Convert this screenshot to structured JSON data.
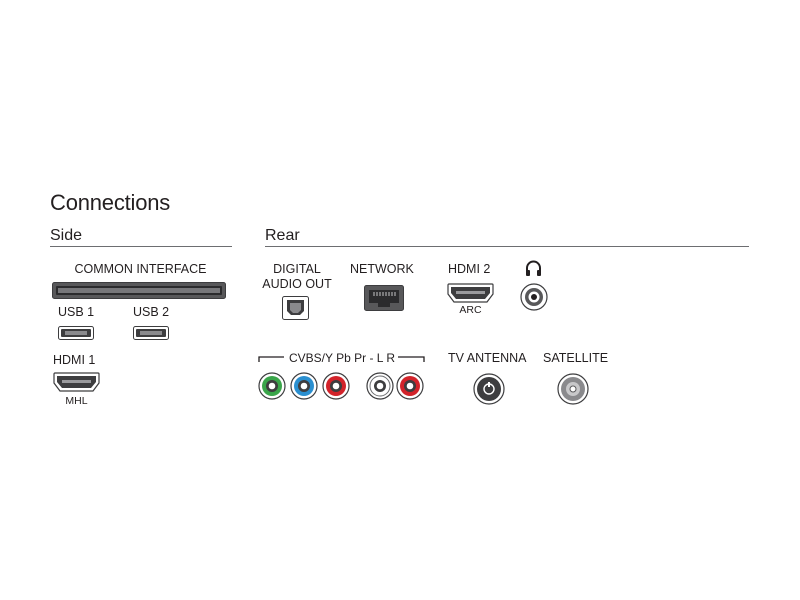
{
  "title": "Connections",
  "sections": {
    "side": "Side",
    "rear": "Rear"
  },
  "side": {
    "common_interface": "COMMON INTERFACE",
    "usb1": "USB 1",
    "usb2": "USB 2",
    "hdmi1": "HDMI 1",
    "hdmi1_sub": "MHL"
  },
  "rear": {
    "digital_audio_out_line1": "DIGITAL",
    "digital_audio_out_line2": "AUDIO OUT",
    "network": "NETWORK",
    "hdmi2": "HDMI 2",
    "hdmi2_sub": "ARC",
    "component": "CVBS/Y Pb Pr - L R",
    "tv_antenna": "TV ANTENNA",
    "satellite": "SATELLITE"
  },
  "colors": {
    "connector_dark": "#3d3d3f",
    "connector_mid": "#7d7d80",
    "rca_green": "#3aa54a",
    "rca_blue": "#2a8fd0",
    "rca_red": "#d2232a",
    "rca_white": "#ffffff"
  },
  "icons": {
    "ci_slot": "common-interface-slot-icon",
    "usb": "usb-port-icon",
    "hdmi": "hdmi-port-icon",
    "optical": "optical-port-icon",
    "network": "ethernet-port-icon",
    "headphones": "headphones-icon",
    "headphone_jack": "headphone-jack-icon",
    "rca": "rca-jack-icon",
    "antenna": "antenna-port-icon",
    "satellite": "satellite-port-icon"
  }
}
